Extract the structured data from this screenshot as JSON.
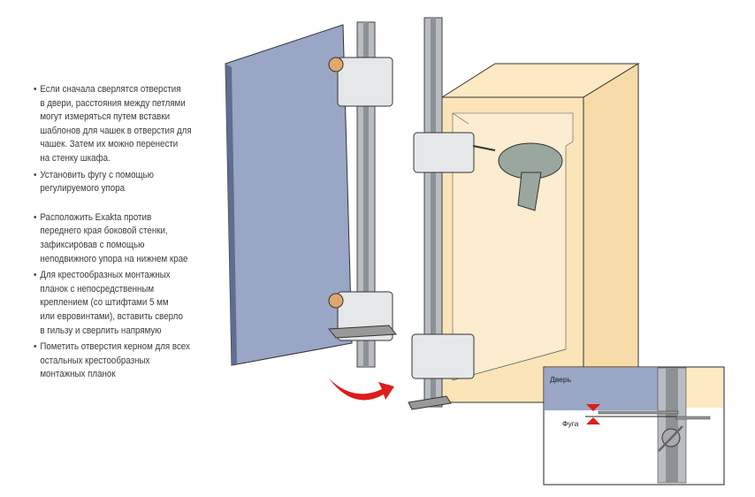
{
  "instructions": [
    {
      "bullet": "•",
      "lines": [
        "Если сначала сверлятся отверстия",
        "в двери, расстояния между петлями",
        "могут измеряться путем вставки",
        "шаблонов для чашек в отверстия для",
        "чашек. Затем их можно перенести",
        "на стенку шкафа."
      ]
    },
    {
      "bullet": "•",
      "lines": [
        "Установить фугу с помощью",
        "регулируемого упора"
      ]
    },
    {
      "bullet": "•",
      "lines": [
        "Расположить Exakta против",
        "переднего края боковой стенки,",
        "зафиксировав с помощью",
        "неподвижного упора на нижнем крае"
      ]
    },
    {
      "bullet": "•",
      "lines": [
        "Для крестообразных монтажных",
        "планок с непосредственным",
        "креплением (со штифтами 5 мм",
        "или евровинтами), вставить сверло",
        "в гильзу и сверлить напрямую"
      ]
    },
    {
      "bullet": "•",
      "lines": [
        "Пометить отверстия керном для всех",
        "остальных крестообразных",
        "монтажных планок"
      ]
    }
  ],
  "detail": {
    "door_label": "Дверь",
    "gap_label": "Фуга"
  },
  "colors": {
    "door": "#9aa6c6",
    "cabinet": "#fde9c4",
    "rail": "#b9bcc0",
    "arrow": "#e01b1b"
  }
}
